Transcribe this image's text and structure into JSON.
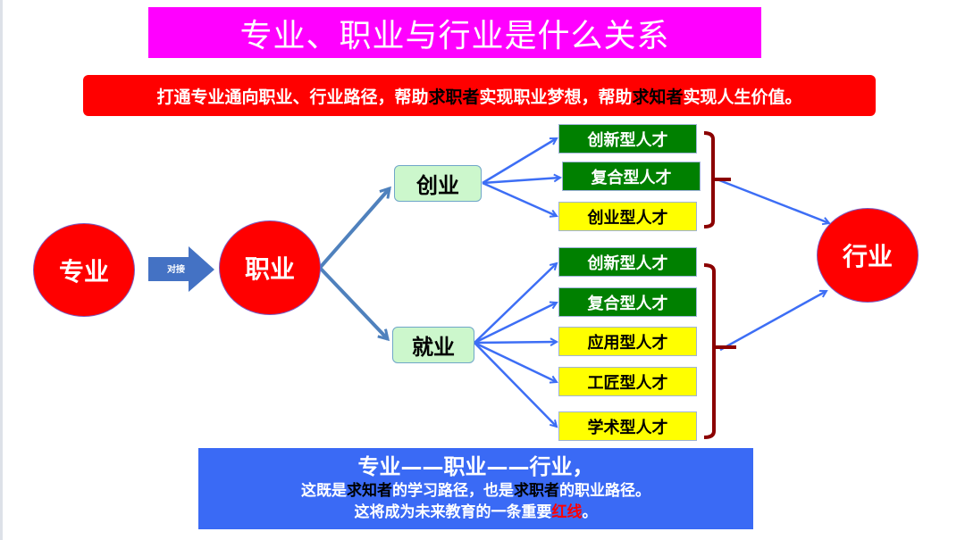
{
  "title": "专业、职业与行业是什么关系",
  "banner": {
    "part1": "打通专业通向职业、行业路径，帮助",
    "em1": "求职者",
    "part2": "实现职业梦想，帮助",
    "em2": "求知者",
    "part3": "实现人生价值。"
  },
  "nodes": {
    "major": "专业",
    "occupation": "职业",
    "industry": "行业",
    "connect_label": "对接",
    "entrepreneurship": "创业",
    "employment": "就业"
  },
  "entrepreneurship_talents": [
    {
      "label": "创新型人才",
      "color": "green"
    },
    {
      "label": "复合型人才",
      "color": "green"
    },
    {
      "label": "创业型人才",
      "color": "yellow"
    }
  ],
  "employment_talents": [
    {
      "label": "创新型人才",
      "color": "green"
    },
    {
      "label": "复合型人才",
      "color": "green"
    },
    {
      "label": "应用型人才",
      "color": "yellow"
    },
    {
      "label": "工匠型人才",
      "color": "yellow"
    },
    {
      "label": "学术型人才",
      "color": "yellow"
    }
  ],
  "summary": {
    "line1": "专业——职业——行业，",
    "line2_a": "这既是",
    "line2_em1": "求知者",
    "line2_b": "的学习路径，也是",
    "line2_em2": "求职者",
    "line2_c": "的职业路径。",
    "line3_a": "这将成为未来教育的一条重要",
    "line3_red": "红线",
    "line3_b": "。"
  },
  "colors": {
    "title_bg": "#ff00ff",
    "banner_bg": "#ff0000",
    "summary_bg": "#3a6af5",
    "arrow_blue": "#3d6ef5",
    "bracket": "#8b0000"
  }
}
